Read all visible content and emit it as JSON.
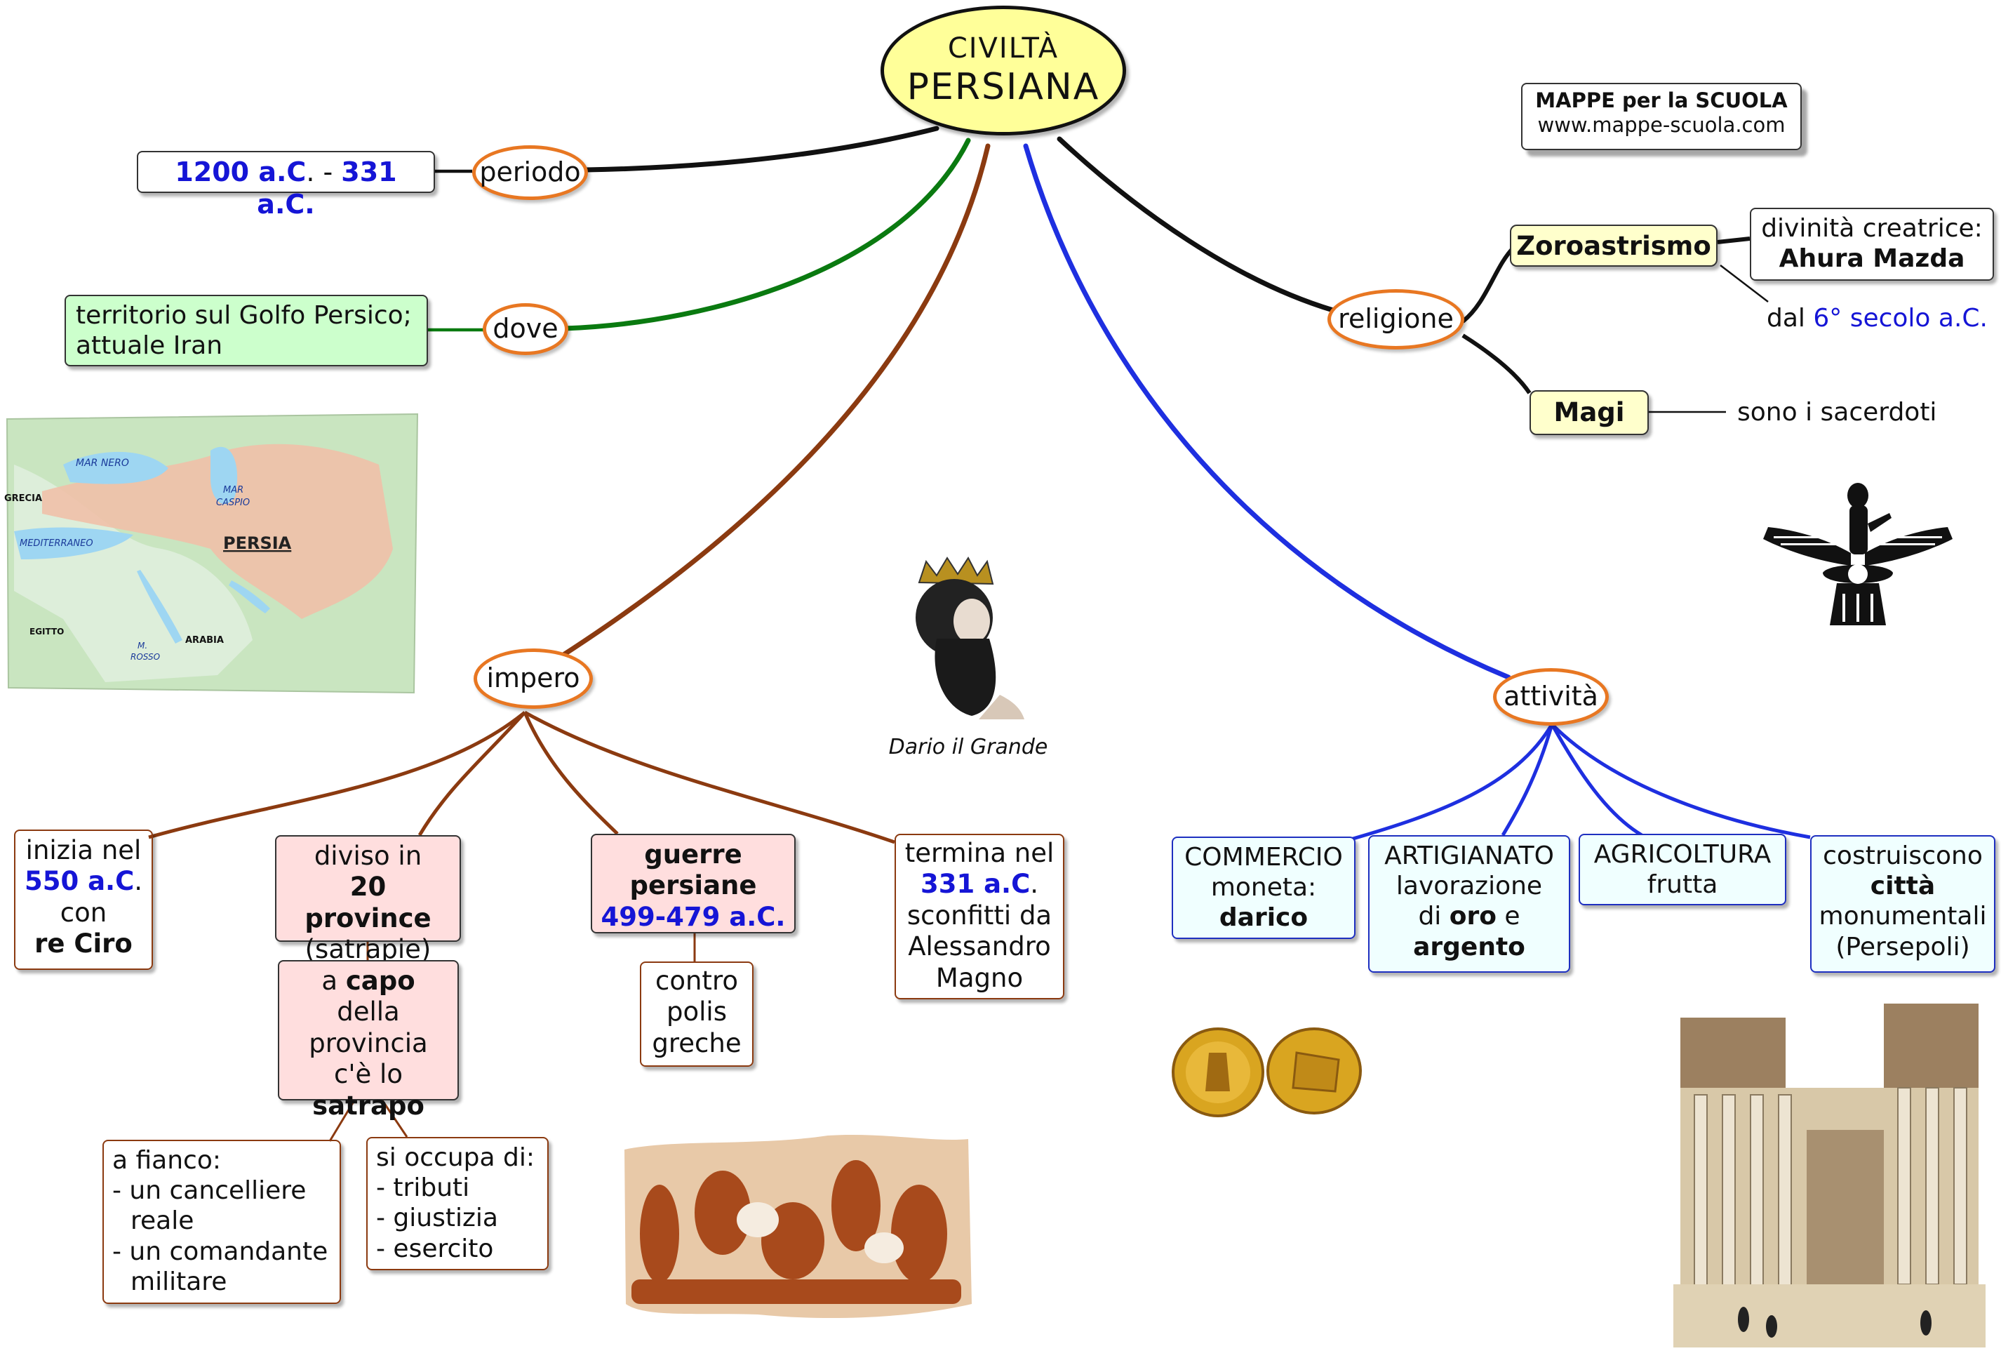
{
  "title": {
    "line1": "CIVILTÀ",
    "line2": "PERSIANA"
  },
  "brand": {
    "line1": "MAPPE per la SCUOLA",
    "line2": "www.mappe-scuola.com"
  },
  "periodo": {
    "label": "periodo",
    "start": "1200 a.C",
    "dot": ".",
    "sep": " - ",
    "end": "331 a.C."
  },
  "dove": {
    "label": "dove",
    "line1": "territorio sul Golfo Persico;",
    "line2": "attuale Iran"
  },
  "map": {
    "sea1": "MAR NERO",
    "sea2a": "MAR",
    "sea2b": "CASPIO",
    "greece": "GRECIA",
    "med": "MEDITERRANEO",
    "persia": "PERSIA",
    "egypt": "EGITTO",
    "red1": "M.",
    "red2": "ROSSO",
    "arabia": "ARABIA"
  },
  "religione": {
    "label": "religione",
    "zoro": "Zoroastrismo",
    "div_l1": "divinità creatrice:",
    "div_l2": "Ahura Mazda",
    "dal": "dal ",
    "secolo": "6° secolo a.C.",
    "magi": "Magi",
    "sacerdoti": "sono i sacerdoti"
  },
  "impero": {
    "label": "impero",
    "caption": "Dario il Grande",
    "inizia": {
      "l1": "inizia nel",
      "l2": "550 a.C",
      "dot": ".",
      "l3": "con",
      "l4": "re Ciro"
    },
    "diviso": {
      "l1": "diviso in",
      "l2": "20 province",
      "l3": "(satrapie)"
    },
    "capo": {
      "pre": "a ",
      "b1": "capo",
      "post": " della",
      "l2": "provincia",
      "l3": "c'è lo",
      "l4": "satrapo"
    },
    "fianco": {
      "l1": "a fianco:",
      "l2": "- un cancelliere",
      "l3": "reale",
      "l4": "- un comandante",
      "l5": "militare"
    },
    "occupa": {
      "l1": "si occupa di:",
      "l2": "- tributi",
      "l3": "- giustizia",
      "l4": "- esercito"
    },
    "guerre": {
      "l1": "guerre",
      "l2": "persiane",
      "l3": "499-479 a.C."
    },
    "contro": {
      "l1": "contro",
      "l2": "polis",
      "l3": "greche"
    },
    "termina": {
      "l1": "termina nel",
      "l2": "331 a.C",
      "dot": ".",
      "l3": "sconfitti da",
      "l4": "Alessandro",
      "l5": "Magno"
    }
  },
  "attivita": {
    "label": "attività",
    "commercio": {
      "l1": "COMMERCIO",
      "l2": "moneta:",
      "l3": "darico"
    },
    "artigianato": {
      "l1": "ARTIGIANATO",
      "l2": "lavorazione",
      "l3pre": "di ",
      "l3b": "oro",
      "l3post": " e",
      "l4": "argento"
    },
    "agricoltura": {
      "l1": "AGRICOLTURA",
      "l2": "frutta"
    },
    "citta": {
      "l1": "costruiscono",
      "l2": "città",
      "l3": "monumentali",
      "l4": "(Persepoli)"
    }
  },
  "colors": {
    "orange": "#e87722",
    "black": "#111111",
    "green": "#0a7a10",
    "brown": "#8b3a10",
    "blue": "#1e2fe0",
    "number_blue": "#1515d6"
  }
}
